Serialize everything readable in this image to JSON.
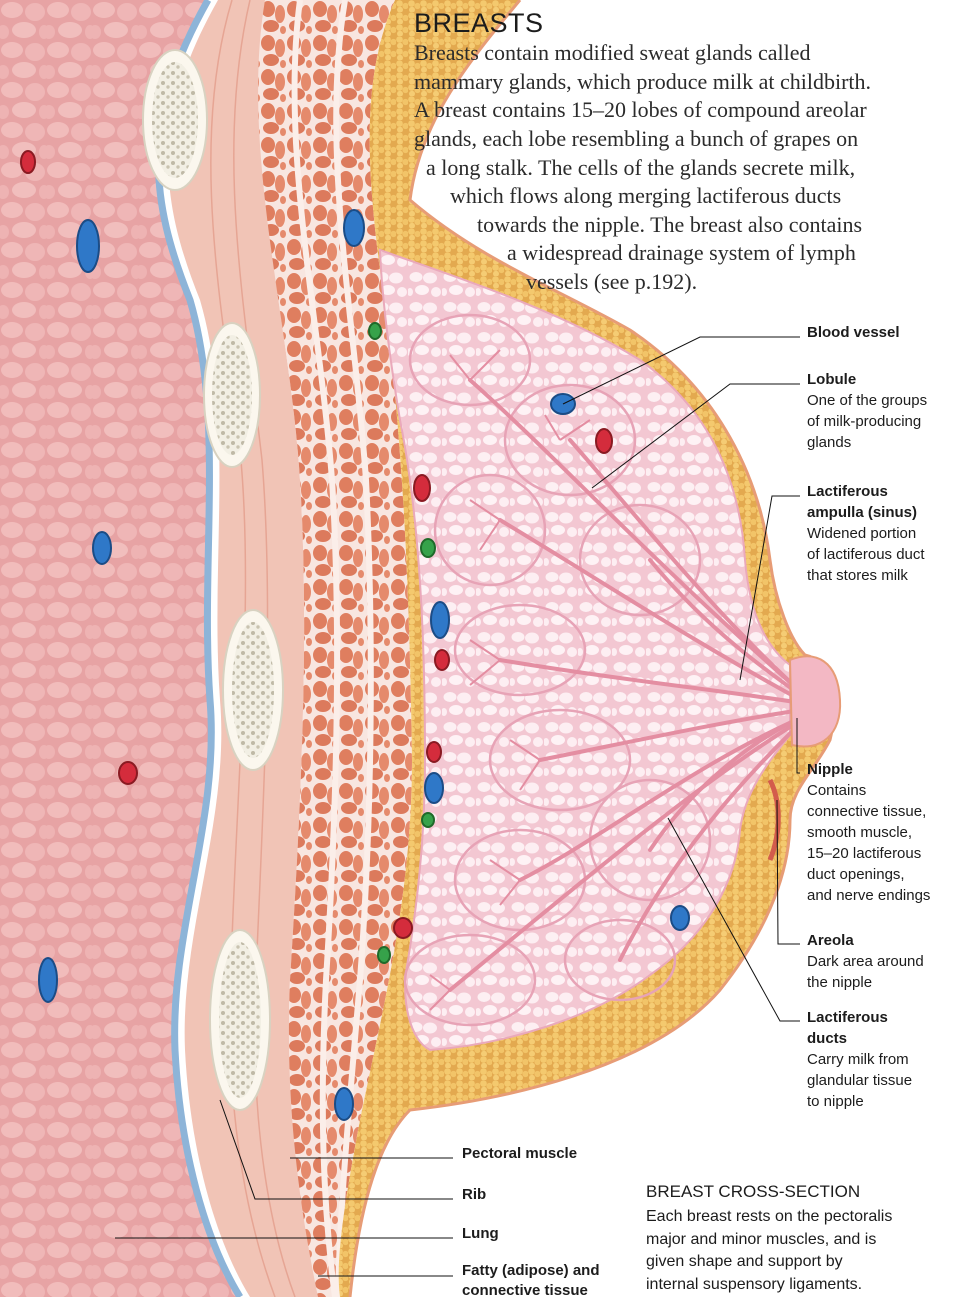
{
  "title": "BREASTS",
  "intro": [
    "Breasts contain modified sweat glands called",
    "mammary glands, which produce milk at childbirth.",
    "A breast contains 15–20 lobes of compound areolar",
    "glands, each lobe resembling a bunch of grapes on",
    "a long stalk. The cells of the glands secrete milk,",
    "which flows along merging lactiferous ducts",
    "towards the nipple. The breast also contains",
    "a widespread drainage system of lymph",
    "vessels (see p.192)."
  ],
  "labels_right": {
    "blood_vessel": {
      "heading": "Blood vessel"
    },
    "lobule": {
      "heading": "Lobule",
      "desc": [
        "One of the groups",
        "of milk-producing",
        "glands"
      ]
    },
    "ampulla": {
      "heading": [
        "Lactiferous",
        "ampulla (sinus)"
      ],
      "desc": [
        "Widened portion",
        "of lactiferous duct",
        "that stores milk"
      ]
    },
    "nipple": {
      "heading": "Nipple",
      "desc": [
        "Contains",
        "connective tissue,",
        "smooth muscle,",
        "15–20 lactiferous",
        "duct openings,",
        "and nerve endings"
      ]
    },
    "areola": {
      "heading": "Areola",
      "desc": [
        "Dark area around",
        "the nipple"
      ]
    },
    "ducts": {
      "heading": [
        "Lactiferous",
        "ducts"
      ],
      "desc": [
        "Carry milk from",
        "glandular tissue",
        "to nipple"
      ]
    }
  },
  "labels_left": {
    "pectoral": "Pectoral muscle",
    "rib": "Rib",
    "lung": "Lung",
    "fatty": [
      "Fatty (adipose) and",
      "connective tissue"
    ]
  },
  "section": {
    "title": "BREAST CROSS-SECTION",
    "desc": [
      "Each breast rests on the pectoralis",
      "major and minor muscles, and is",
      "given shape and support by",
      "internal suspensory ligaments."
    ]
  },
  "colors": {
    "lung": "#e7a3a4",
    "pleura": "#8db4d8",
    "muscle": "#e8866b",
    "fat": "#f0c069",
    "gland": "#f6d4dc",
    "duct": "#e48ea2",
    "vein": "#2f78c8",
    "artery": "#d42c3c",
    "lymph": "#36a24a"
  }
}
